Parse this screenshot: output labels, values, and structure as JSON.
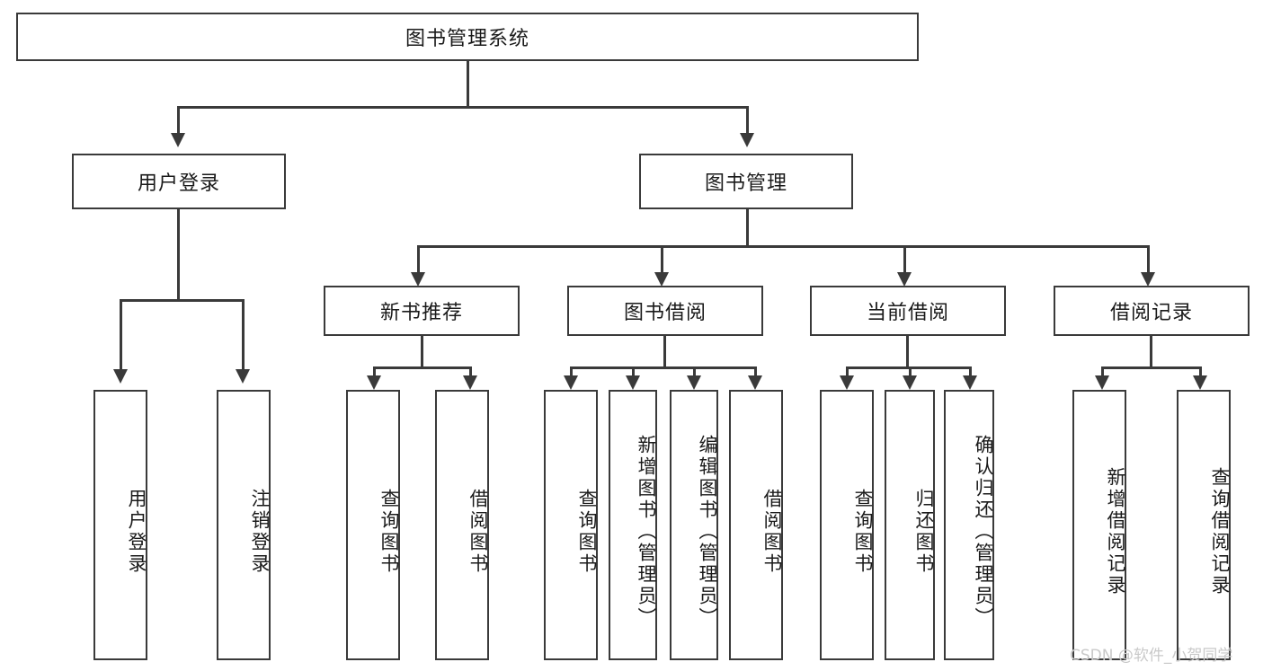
{
  "diagram": {
    "type": "tree-hierarchy-flowchart",
    "root": {
      "label": "图书管理系统"
    },
    "level2": [
      {
        "label": "用户登录"
      },
      {
        "label": "图书管理"
      }
    ],
    "level3": [
      {
        "label": "新书推荐"
      },
      {
        "label": "图书借阅"
      },
      {
        "label": "当前借阅"
      },
      {
        "label": "借阅记录"
      }
    ],
    "leaves": {
      "user_login": [
        {
          "label": "用户登录"
        },
        {
          "label": "注销登录"
        }
      ],
      "new_book_recommend": [
        {
          "label": "查询图书"
        },
        {
          "label": "借阅图书"
        }
      ],
      "book_borrow": [
        {
          "label": "查询图书"
        },
        {
          "label": "新增图书（管理员）"
        },
        {
          "label": "编辑图书（管理员）"
        },
        {
          "label": "借阅图书"
        }
      ],
      "current_borrow": [
        {
          "label": "查询图书"
        },
        {
          "label": "归还图书"
        },
        {
          "label": "确认归还（管理员）"
        }
      ],
      "borrow_record": [
        {
          "label": "新增借阅记录"
        },
        {
          "label": "查询借阅记录"
        }
      ]
    }
  },
  "watermark": {
    "text": "CSDN @软件_小贺同学"
  },
  "colors": {
    "stroke": "#3a3a3a",
    "background": "#ffffff",
    "text": "#1a1a1a",
    "watermark": "#c9c9c9"
  }
}
